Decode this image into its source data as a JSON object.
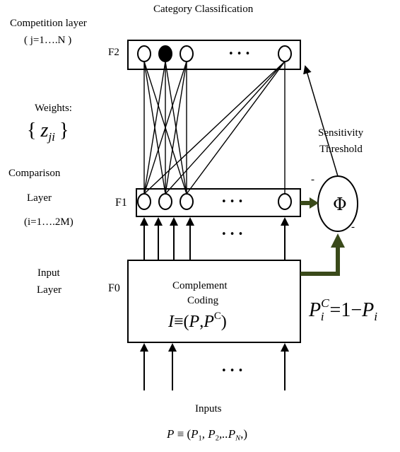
{
  "labels": {
    "category_classification": "Category Classification",
    "competition_layer": "Competition layer",
    "competition_range": "( j=1….N )",
    "f2": "F2",
    "weights": "Weights:",
    "comparison": "Comparison",
    "layer": "Layer",
    "comparison_range": "(i=1….2M)",
    "f1": "F1",
    "input_layer_1": "Input",
    "input_layer_2": "Layer",
    "f0": "F0",
    "sensitivity": "Sensitivity",
    "threshold": "Threshold",
    "phi": "Φ",
    "complement_1": "Complement",
    "complement_2": "Coding",
    "inputs": "Inputs",
    "ellipsis": "•  •  •",
    "minus": "-"
  },
  "formulas": {
    "weights": {
      "open": "{",
      "base": "z",
      "sub": "ji",
      "close": "}"
    },
    "coding": {
      "lhs": "I",
      "eq": "≡(",
      "p": "P",
      "comma": ",",
      "p2": "P",
      "sup": "C",
      "close": ")"
    },
    "complement": {
      "p": "P",
      "sup": "C",
      "sub": "i",
      "eq": "=1−",
      "p2": "P",
      "sub2": "i"
    },
    "inputs": {
      "lhs": "P",
      "eq": " ≡ (",
      "p1": "P",
      "sub1": "1",
      "p2": ", P",
      "sub2": "2",
      "p3": ",..P",
      "sub3": "N",
      "close": ",)"
    }
  },
  "colors": {
    "line": "#000000",
    "connector": "#3a4a1a"
  }
}
